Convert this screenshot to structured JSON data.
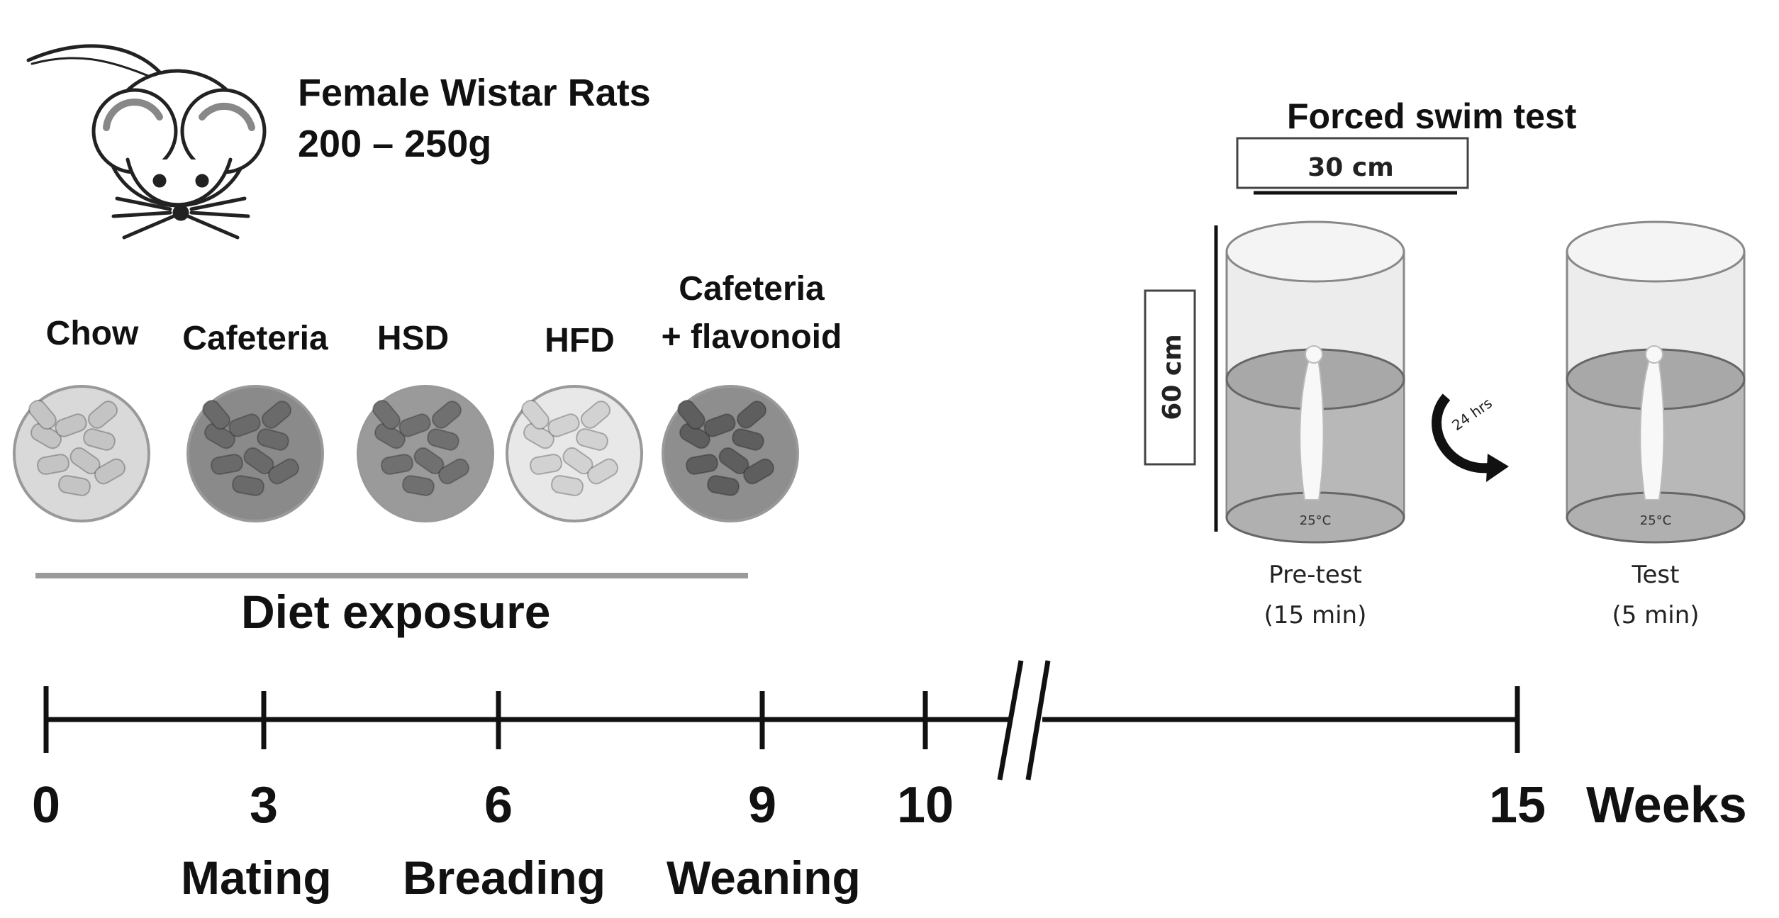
{
  "subject": {
    "line1": "Female Wistar Rats",
    "line2": "200 – 250g"
  },
  "diets": [
    {
      "label": "Chow",
      "color": "#d9d9d9",
      "pellet": "#c4c4c4"
    },
    {
      "label": "Cafeteria",
      "color": "#8a8a8a",
      "pellet": "#6a6a6a"
    },
    {
      "label": "HSD",
      "color": "#9a9a9a",
      "pellet": "#707070"
    },
    {
      "label": "HFD",
      "color": "#e8e8e8",
      "pellet": "#d2d2d2"
    },
    {
      "label": "Cafeteria",
      "label2": "+ flavonoid",
      "color": "#8e8e8e",
      "pellet": "#5e5e5e"
    }
  ],
  "diet_exposure": "Diet exposure",
  "timeline": {
    "ticks": [
      "0",
      "3",
      "6",
      "9",
      "10",
      "15"
    ],
    "unit": "Weeks",
    "phases": [
      "Mating",
      "Breading",
      "Weaning"
    ]
  },
  "forced_swim": {
    "title": "Forced swim test",
    "width_label": "30 cm",
    "height_label": "60 cm",
    "interval_label": "24 hrs",
    "temp_label": "25°C",
    "pretest": {
      "line1": "Pre-test",
      "line2": "(15 min)"
    },
    "test": {
      "line1": "Test",
      "line2": "(5 min)"
    }
  },
  "colors": {
    "line": "#111111",
    "water": "#b3b3b3",
    "cylinder": "#e9e9e9",
    "divider": "#9a9a9a"
  }
}
